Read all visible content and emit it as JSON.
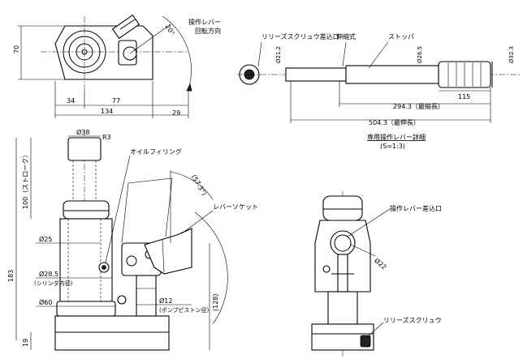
{
  "top_view": {
    "dim_height": "70",
    "dim_34": "34",
    "dim_77": "77",
    "dim_29": "29",
    "dim_134": "134",
    "angle_20": "20°",
    "lever_rotation_note": [
      "操作レバー",
      "回転方向"
    ]
  },
  "lever_detail": {
    "release_screw_port": "リリーズスクリュウ差込口",
    "telescopic": "伸縮式",
    "stopper": "ストッパ",
    "dia_21_2": "Ø21.2",
    "dia_26_5": "Ø26.5",
    "dia_32_3": "Ø32.3",
    "dim_115": "115",
    "dim_294_3": "294.3（最縮長）",
    "dim_504_3": "504.3（最伸長）",
    "title": "専用操作レバー詳細",
    "scale": "(S=1:3)"
  },
  "front_view": {
    "dia_38": "Ø38",
    "r3": "R3",
    "stroke": "100（ストローク）",
    "dia_25": "Ø25",
    "dia_28_5": "Ø28.5",
    "cylinder_inner": "(シリンダ内径)",
    "dia_60": "Ø60",
    "dim_183": "183",
    "dim_19": "19",
    "oil_filling": "オイルフィリング",
    "lever_socket": "レバーソケット",
    "angle_57_3": "(57.3°)",
    "dia_12": "Ø12",
    "pump_piston": "(ポンプピストン径)",
    "dim_128": "(128)"
  },
  "side_view": {
    "lever_port": "操作レバー差込口",
    "dia_22": "Ø22",
    "release_screw": "リリーズスクリュウ"
  }
}
